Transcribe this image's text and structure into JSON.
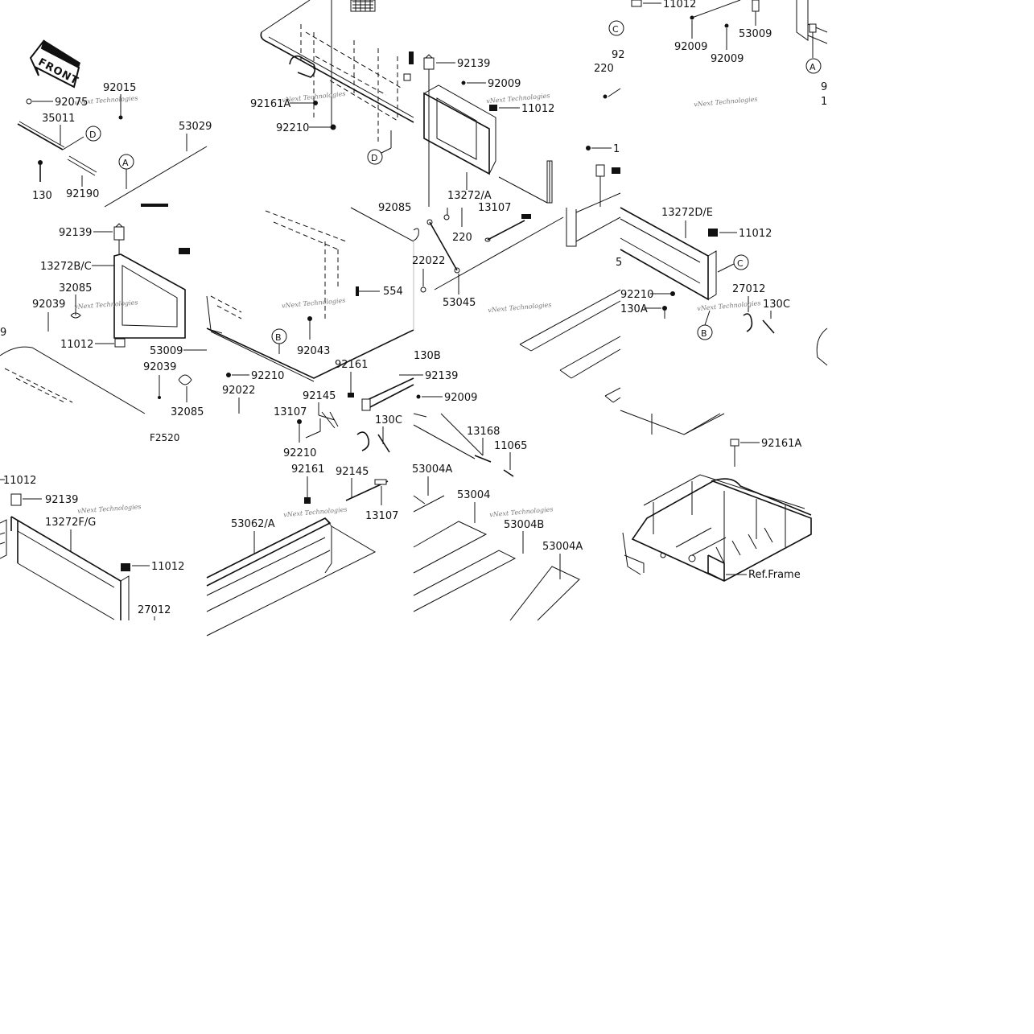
{
  "figure_code": "F2520",
  "front_label": "FRONT",
  "ref_frame_label": "Ref.Frame",
  "watermark": "vNext Technologies",
  "callout_letters": {
    "a": "A",
    "b": "B",
    "c": "C",
    "d": "D"
  },
  "tile1": [
    "92015",
    "92075",
    "35011",
    "53029",
    "130",
    "92190"
  ],
  "tile2": [
    "92161A",
    "92210"
  ],
  "tile3": [
    "92139",
    "92009",
    "11012",
    "13272/A"
  ],
  "tile4": [
    "11012",
    "92009",
    "53009",
    "92009",
    "92",
    "220",
    "9",
    "1"
  ],
  "tile5": [
    "92139",
    "13272B/C",
    "32085",
    "92039",
    "9",
    "11012",
    "53009",
    "92039",
    "32085"
  ],
  "tile6": [
    "92085",
    "554",
    "92043",
    "92210",
    "92022"
  ],
  "tile7": [
    "220",
    "13107",
    "22022",
    "53045"
  ],
  "tile8": [
    "1",
    "13272D/E",
    "11012",
    "92210",
    "130A",
    "27012",
    "130C",
    "5"
  ],
  "tile9": [
    "130B",
    "92161",
    "92139",
    "92009",
    "92145",
    "13107",
    "130C",
    "92210"
  ],
  "tile10": [
    "13168",
    "11065"
  ],
  "tile11": [
    "11012",
    "92139",
    "13272F/G",
    "11012",
    "27012"
  ],
  "tile12": [
    "92161",
    "92145",
    "13107",
    "53062/A"
  ],
  "tile13": [
    "53004A",
    "53004",
    "53004B",
    "53004A"
  ],
  "tile14": [
    "92161A"
  ]
}
